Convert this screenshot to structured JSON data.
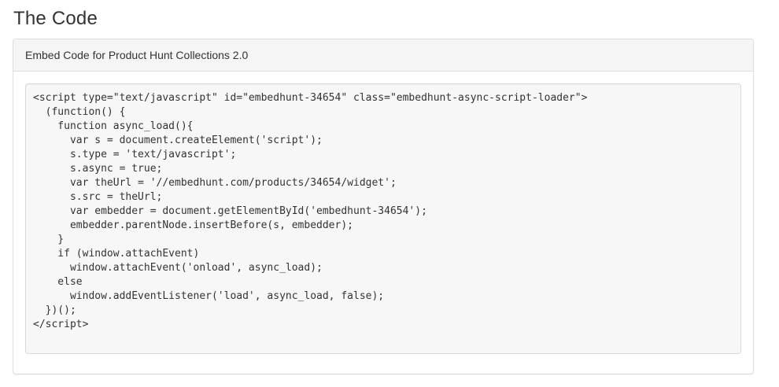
{
  "page": {
    "title": "The Code"
  },
  "panel": {
    "heading": "Embed Code for Product Hunt Collections 2.0",
    "code_lines": [
      "<script type=\"text/javascript\" id=\"embedhunt-34654\" class=\"embedhunt-async-script-loader\">",
      "  (function() {",
      "    function async_load(){",
      "      var s = document.createElement('script');",
      "      s.type = 'text/javascript';",
      "      s.async = true;",
      "      var theUrl = '//embedhunt.com/products/34654/widget';",
      "      s.src = theUrl;",
      "      var embedder = document.getElementById('embedhunt-34654');",
      "      embedder.parentNode.insertBefore(s, embedder);",
      "    }",
      "    if (window.attachEvent)",
      "      window.attachEvent('onload', async_load);",
      "    else",
      "      window.addEventListener('load', async_load, false);",
      "  })();",
      "</script>"
    ]
  },
  "colors": {
    "panel_border": "#dddddd",
    "heading_bg": "#f5f5f5",
    "code_bg": "#f7f7f7",
    "code_border": "#d9d9d9",
    "text": "#333333",
    "page_bg": "#ffffff"
  }
}
